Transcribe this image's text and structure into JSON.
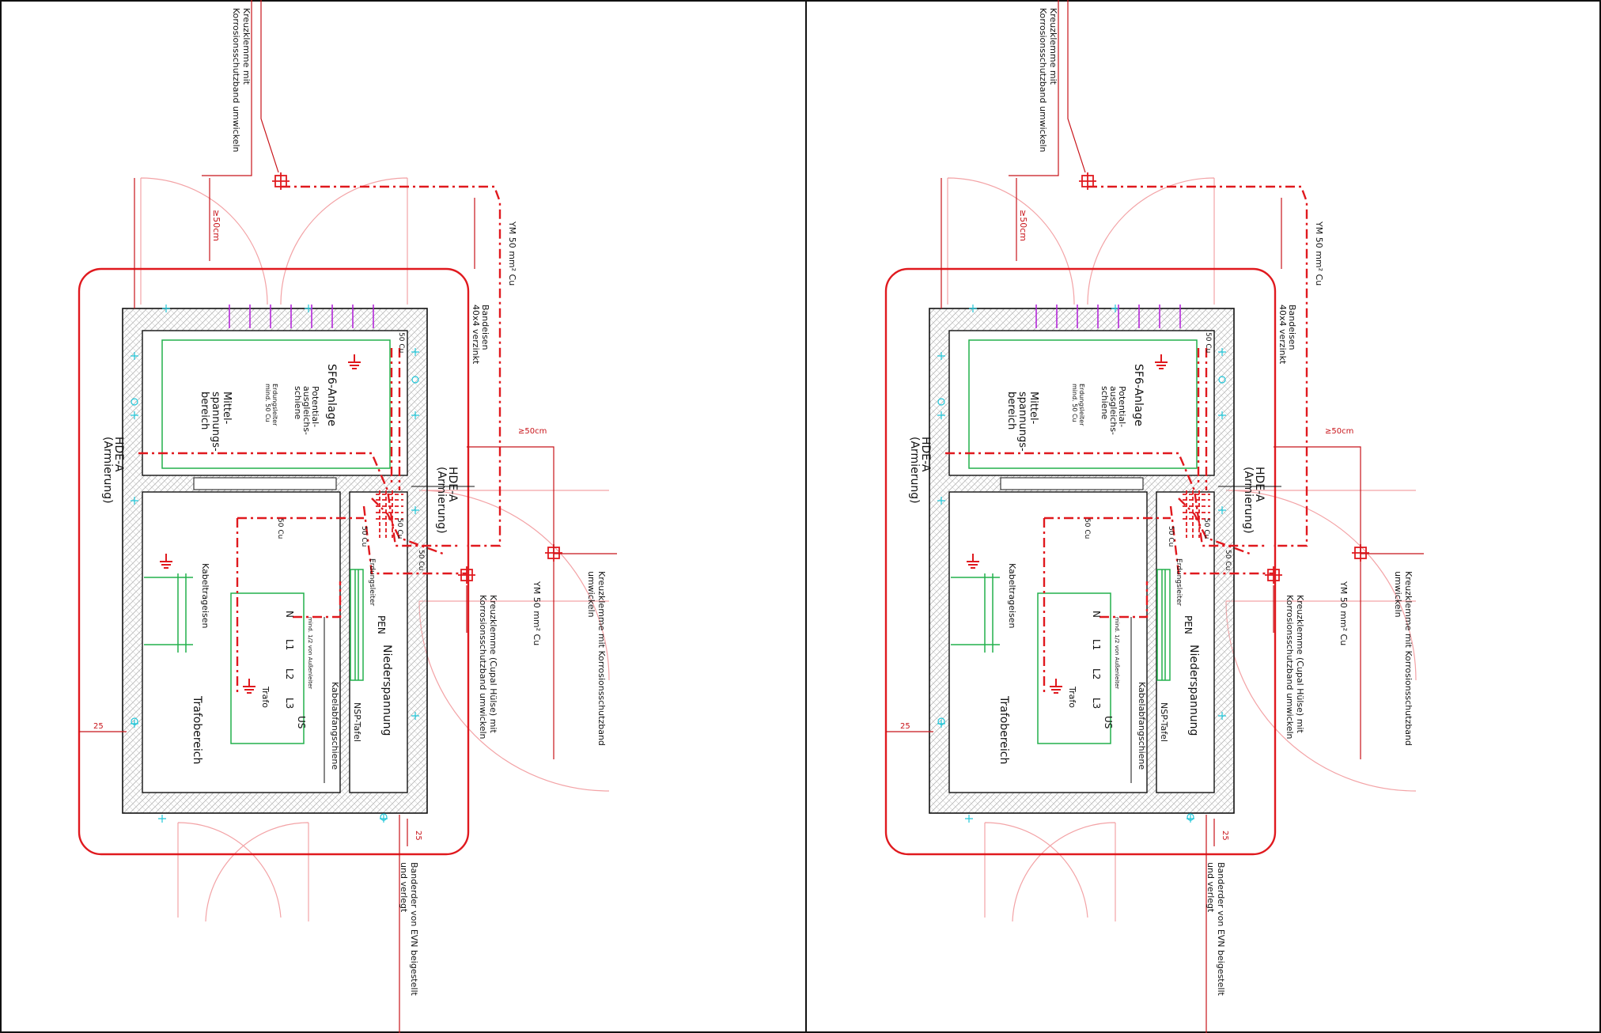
{
  "colors": {
    "earth_red": "#e0191e",
    "door_pink": "#f3a3a6",
    "concrete_grey": "#a9a9a9",
    "equipment_green": "#22b14c",
    "rebar_cyan": "#22c7d9",
    "cable_purple": "#b01cd8",
    "wall_black": "#111111"
  },
  "icons": [
    "earth-symbol",
    "cross-clamp",
    "door-swing"
  ],
  "panels": [
    {
      "labels": {
        "clamp_top": "Kreuzklemme mit",
        "clamp_top_2": "Korrosionsschutzband umwickeln",
        "dist_50_top": "≥50cm",
        "ym_top": "YM 50 mm² Cu",
        "bandeisen": "Bandeisen",
        "bandeisen_2": "40x4 verzinkt",
        "hde_left": "HDE-A",
        "hde_left_2": "(Armierung)",
        "hde_right": "HDE-A",
        "hde_right_2": "(Armierung)",
        "dist_50_right": "≥50cm",
        "sf6": "SF6-Anlage",
        "mittel": "Mittel-",
        "mittel_2": "spannungs-",
        "mittel_3": "bereich",
        "erdung": "Erdungsleiter",
        "erdung_2": "mind. 50 Cu",
        "potential": "Potential-",
        "potential_2": "ausgleichs-",
        "potential_3": "schiene",
        "cu50_a": "50 Cu",
        "cu50_b": "50 Cu",
        "cu50_c": "50 Cu",
        "cu50_d": "50 Cu",
        "cu50_e": "50 Cu",
        "kabeltrag": "Kabeltrageisen",
        "trafo_n": "N",
        "trafo_l1": "L1",
        "trafo_l2": "L2",
        "trafo_l3": "L3",
        "trafo_us": "US",
        "trafo": "Trafo",
        "aussenleiter": "mind. 1/2 von Außenleiter",
        "trafobereich": "Trafobereich",
        "pen": "PEN",
        "erdungsleiter_pen": "Erdungsleiter",
        "niederspannung": "Niederspannung",
        "nsp": "NSP-Tafel",
        "kabelabfang": "Kabelabfangschiene",
        "ym_bottom": "YM 50 mm² Cu",
        "clamp_mid": "Kreuzklemme (Cupal Hülse) mit",
        "clamp_mid_2": "Korrosionsschutzband umwickeln",
        "clamp_right": "Kreuzklemme mit Korrosionsschutzband",
        "clamp_right_2": "umwickeln",
        "dim_25_left": "25",
        "dim_25_bottom": "25",
        "bander": "Banderder von EVN beigestellt",
        "bander_2": "und verlegt"
      }
    },
    {
      "labels": {
        "clamp_top": "Kreuzklemme mit",
        "clamp_top_2": "Korrosionsschutzband umwickeln",
        "dist_50_top": "≥50cm",
        "ym_top": "YM 50 mm² Cu",
        "bandeisen": "Bandeisen",
        "bandeisen_2": "40x4 verzinkt",
        "hde_left": "HDE-A",
        "hde_left_2": "(Armierung)",
        "hde_right": "HDE-A",
        "hde_right_2": "(Armierung)",
        "dist_50_right": "≥50cm",
        "sf6": "SF6-Anlage",
        "mittel": "Mittel-",
        "mittel_2": "spannungs-",
        "mittel_3": "bereich",
        "erdung": "Erdungsleiter",
        "erdung_2": "mind. 50 Cu",
        "potential": "Potential-",
        "potential_2": "ausgleichs-",
        "potential_3": "schiene",
        "cu50_a": "50 Cu",
        "cu50_b": "50 Cu",
        "cu50_c": "50 Cu",
        "cu50_d": "50 Cu",
        "cu50_e": "50 Cu",
        "kabeltrag": "Kabeltrageisen",
        "trafo_n": "N",
        "trafo_l1": "L1",
        "trafo_l2": "L2",
        "trafo_l3": "L3",
        "trafo_us": "US",
        "trafo": "Trafo",
        "aussenleiter": "mind. 1/2 von Außenleiter",
        "trafobereich": "Trafobereich",
        "pen": "PEN",
        "erdungsleiter_pen": "Erdungsleiter",
        "niederspannung": "Niederspannung",
        "nsp": "NSP-Tafel",
        "kabelabfang": "Kabelabfangschiene",
        "ym_bottom": "YM 50 mm² Cu",
        "clamp_mid": "Kreuzklemme (Cupal Hülse) mit",
        "clamp_mid_2": "Korrosionsschutzband umwickeln",
        "clamp_right": "Kreuzklemme mit Korrosionsschutzband",
        "clamp_right_2": "umwickeln",
        "dim_25_left": "25",
        "dim_25_bottom": "25",
        "bander": "Banderder von EVN beigestellt",
        "bander_2": "und verlegt"
      }
    }
  ]
}
